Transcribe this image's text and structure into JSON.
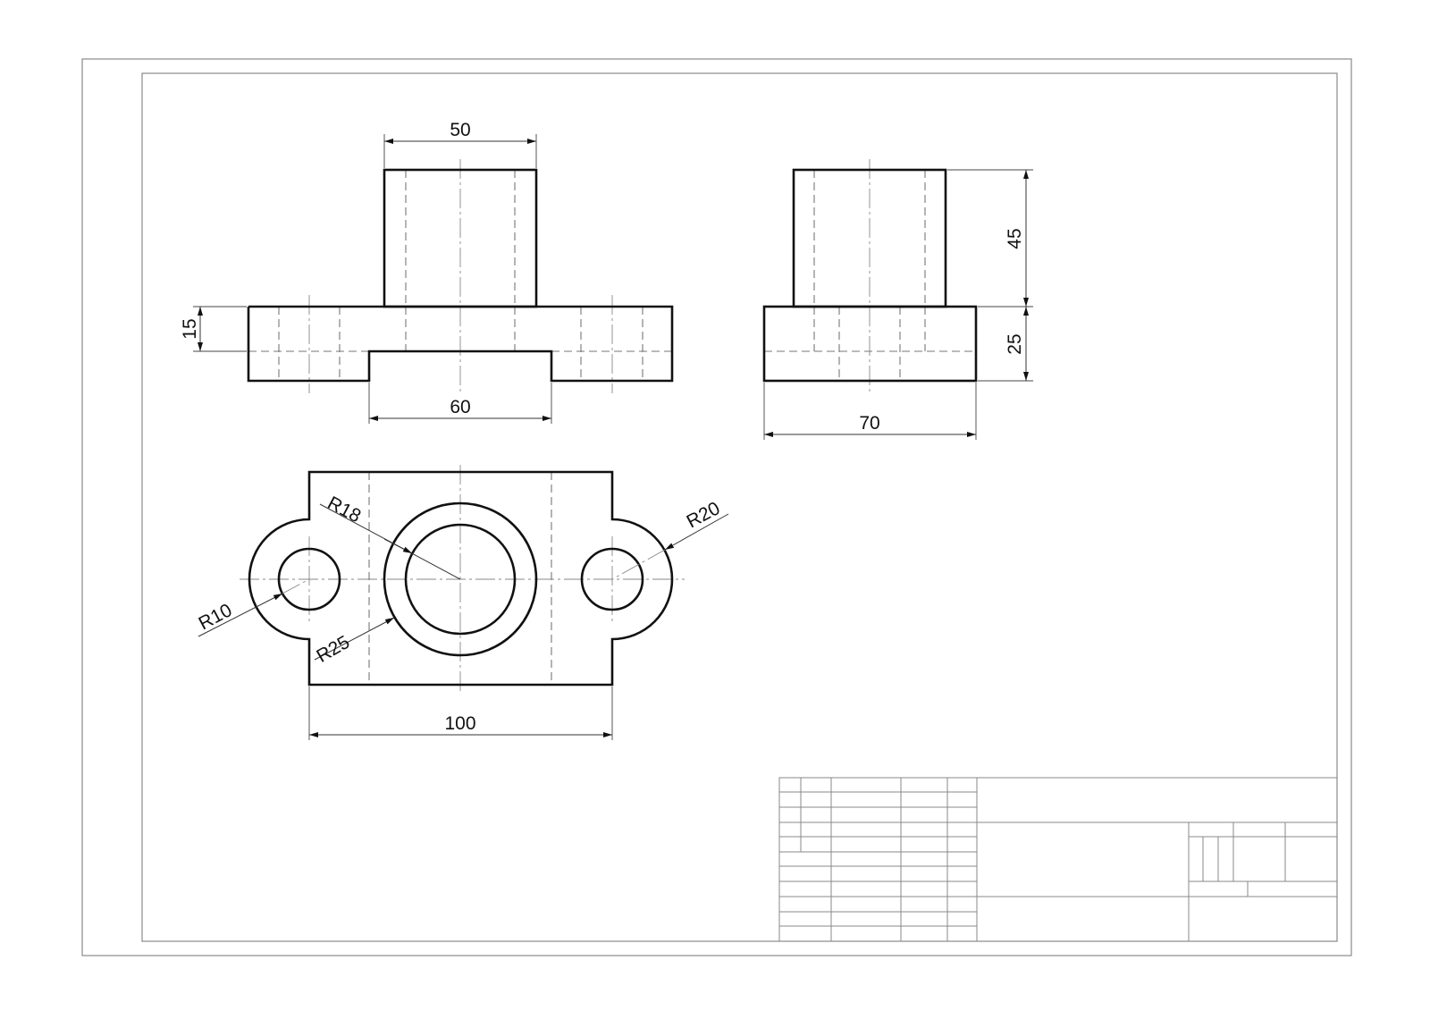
{
  "dimensions": {
    "top_width": "50",
    "base_height": "15",
    "slot_width": "60",
    "side_boss_height": "45",
    "side_base_height": "25",
    "side_width": "70",
    "overall_length": "100",
    "r_bore": "R18",
    "r_boss": "R25",
    "r_hole": "R10",
    "r_lug": "R20"
  },
  "title_block": {
    "fields": []
  }
}
